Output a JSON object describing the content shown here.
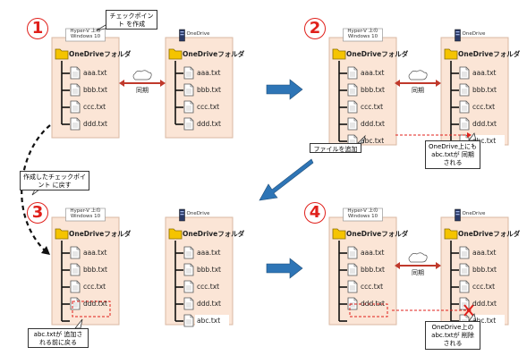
{
  "colors": {
    "panel": "#fbe5d6",
    "panel_border": "#d9b8a3",
    "folder": "#f5c400",
    "arrow_blue": "#2e75b6",
    "red": "#e0201b",
    "dark": "#111111"
  },
  "icons": {
    "folder": "folder-icon",
    "file": "file-icon",
    "server": "server-icon",
    "cloud": "cloud-icon",
    "cross": "cross-icon"
  },
  "hyperv_header": "Hyper-V 上の Windows 10",
  "onedrive_header": "OneDrive",
  "folder_label": "OneDriveフォルダ",
  "files": [
    "aaa.txt",
    "bbb.txt",
    "ccc.txt",
    "ddd.txt",
    "abc.txt"
  ],
  "sync_label": "同期",
  "steps": [
    {
      "number": "1",
      "callout": "チェックポイント を作成"
    },
    {
      "number": "2",
      "callout_left": "ファイルを追加",
      "callout_right": "OneDrive上にも abc.txtが 同期される"
    },
    {
      "number": "3",
      "callout": "abc.txtが 追加される前に戻る"
    },
    {
      "number": "4",
      "callout_right": "OneDrive上の abc.txtが 削除される"
    }
  ],
  "restore_callout": "作成したチェックポイント に戻す"
}
